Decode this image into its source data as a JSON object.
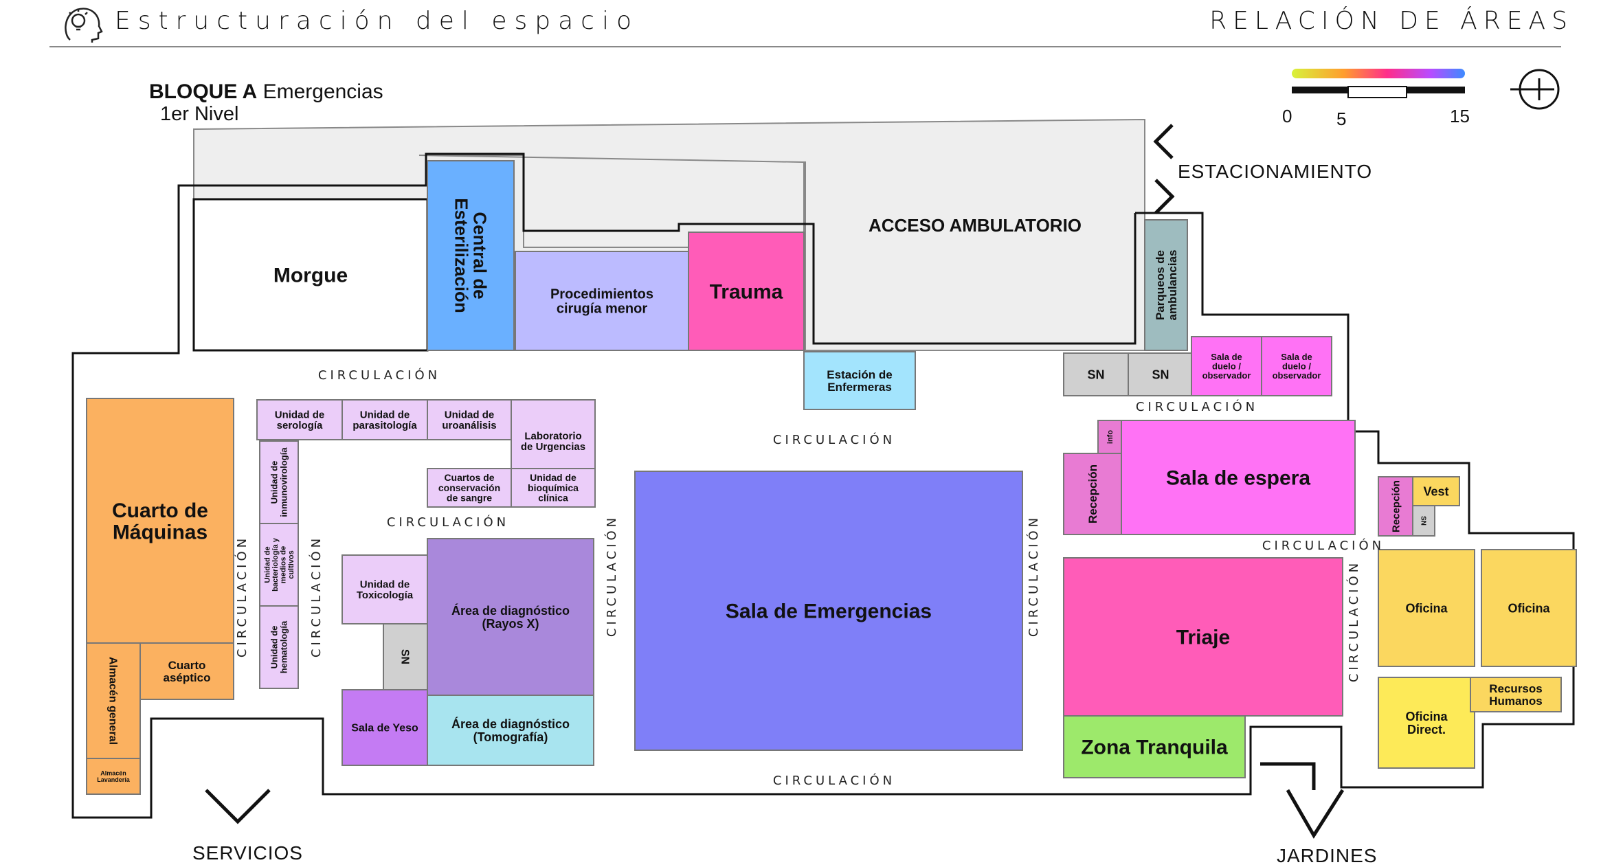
{
  "header": {
    "title": "Estructuración del espacio",
    "section": "RELACIÓN DE ÁREAS"
  },
  "block": {
    "name": "BLOQUE A",
    "subtitle": "Emergencias",
    "level": "1er Nivel"
  },
  "scale": {
    "min": "0",
    "mid": "5",
    "max": "15"
  },
  "directions": {
    "parking": "ESTACIONAMIENTO",
    "services": "SERVICIOS",
    "gardens": "JARDINES"
  },
  "circulation_label": "CIRCULACIÓN",
  "colors": {
    "orange": "#fbb160",
    "blue": "#6ab0ff",
    "lavender": "#bcbbff",
    "pink": "#ff5cb8",
    "magenta": "#ff72f5",
    "light_purple": "#ebcdf9",
    "purple_mid": "#a988db",
    "violet": "#c47bf3",
    "periwinkle": "#7f7ff8",
    "cyan": "#a8e4ef",
    "sky": "#a3e4fd",
    "gray": "#d0d0d0",
    "teal_gray": "#9ebcbf",
    "yellow": "#fbd75f",
    "yellow_light": "#fdea58",
    "green": "#9de96b",
    "orchid": "#e87bd3"
  },
  "rooms": [
    {
      "key": "morgue",
      "label": "Morgue"
    },
    {
      "key": "central",
      "label": "Central de Esterilización"
    },
    {
      "key": "procedimientos",
      "label": "Procedimientos cirugía menor"
    },
    {
      "key": "trauma",
      "label": "Trauma"
    },
    {
      "key": "acceso",
      "label": "ACCESO AMBULATORIO"
    },
    {
      "key": "parqueos",
      "label": "Parqueos de ambulancias"
    },
    {
      "key": "enfermeras",
      "label": "Estación de Enfermeras"
    },
    {
      "key": "sn1",
      "label": "SN"
    },
    {
      "key": "sn2",
      "label": "SN"
    },
    {
      "key": "duelo1",
      "label": "Sala de duelo / observador"
    },
    {
      "key": "duelo2",
      "label": "Sala de duelo / observador"
    },
    {
      "key": "maquinas",
      "label": "Cuarto de Máquinas"
    },
    {
      "key": "aseptico",
      "label": "Cuarto aséptico"
    },
    {
      "key": "almacen",
      "label": "Almacén general"
    },
    {
      "key": "lavanderia",
      "label": "Almacén Lavandería"
    },
    {
      "key": "serologia",
      "label": "Unidad de serología"
    },
    {
      "key": "parasitologia",
      "label": "Unidad de parasitología"
    },
    {
      "key": "uroanalisis",
      "label": "Unidad de uroanálisis"
    },
    {
      "key": "laboratorio",
      "label": "Laboratorio de Urgencias"
    },
    {
      "key": "conservacion",
      "label": "Cuartos de conservación de sangre"
    },
    {
      "key": "bioquimica",
      "label": "Unidad de bioquímica clínica"
    },
    {
      "key": "inmuno",
      "label": "Unidad de inmunovirología"
    },
    {
      "key": "bacterio",
      "label": "Unidad de bacteriología y medios de cultivos"
    },
    {
      "key": "hemato",
      "label": "Unidad de hematología"
    },
    {
      "key": "toxicologia",
      "label": "Unidad de Toxicología"
    },
    {
      "key": "sn3",
      "label": "SN"
    },
    {
      "key": "rayos",
      "label": "Área de diagnóstico (Rayos X)"
    },
    {
      "key": "yeso",
      "label": "Sala de Yeso"
    },
    {
      "key": "tomografia",
      "label": "Área de diagnóstico (Tomografía)"
    },
    {
      "key": "emergencias",
      "label": "Sala de Emergencias"
    },
    {
      "key": "info",
      "label": "info"
    },
    {
      "key": "recepcion",
      "label": "Recepción"
    },
    {
      "key": "espera",
      "label": "Sala de espera"
    },
    {
      "key": "triaje",
      "label": "Triaje"
    },
    {
      "key": "tranquila",
      "label": "Zona Tranquila"
    },
    {
      "key": "recepcion2",
      "label": "Recepción"
    },
    {
      "key": "vest",
      "label": "Vest"
    },
    {
      "key": "sn4",
      "label": "SN"
    },
    {
      "key": "oficina1",
      "label": "Oficina"
    },
    {
      "key": "oficina2",
      "label": "Oficina"
    },
    {
      "key": "direct",
      "label": "Oficina Direct."
    },
    {
      "key": "rrhh",
      "label": "Recursos Humanos"
    }
  ]
}
